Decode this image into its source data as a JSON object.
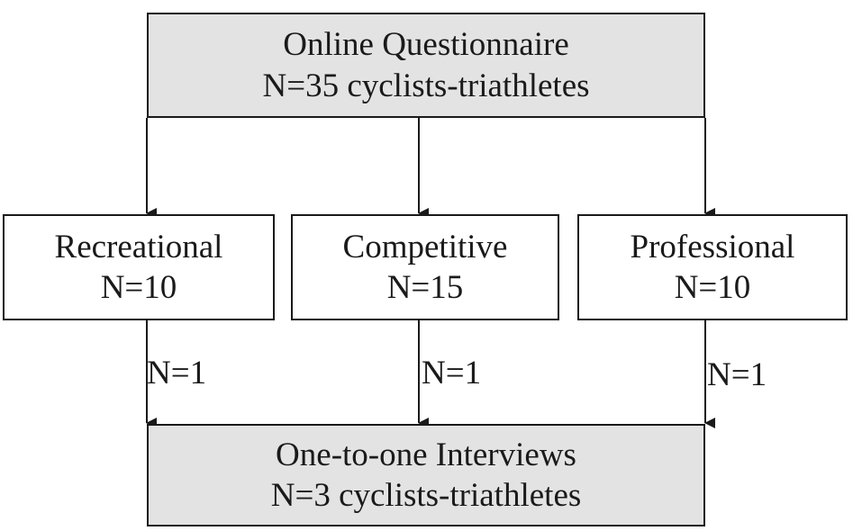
{
  "nodes": {
    "questionnaire": {
      "line1": "Online Questionnaire",
      "line2": "N=35 cyclists-triathletes"
    },
    "recreational": {
      "line1": "Recreational",
      "line2": "N=10"
    },
    "competitive": {
      "line1": "Competitive",
      "line2": "N=15"
    },
    "professional": {
      "line1": "Professional",
      "line2": "N=10"
    },
    "interviews": {
      "line1": "One-to-one Interviews",
      "line2": "N=3 cyclists-triathletes"
    }
  },
  "edges": {
    "recreational_to_interviews": "N=1",
    "competitive_to_interviews": "N=1",
    "professional_to_interviews": "N=1"
  },
  "colors": {
    "shaded_fill": "#e3e3e3",
    "stroke": "#1a1a1a"
  }
}
